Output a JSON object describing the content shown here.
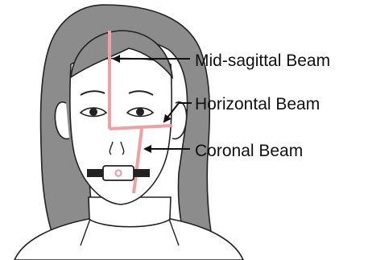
{
  "labels": {
    "mid_sagittal": "Mid-sagittal Beam",
    "horizontal": "Horizontal Beam",
    "coronal": "Coronal Beam"
  },
  "colors": {
    "beam": "#f0a0a3",
    "hair": "#8c8c8c",
    "outline": "#222222",
    "skin": "#ffffff",
    "leader": "#111111",
    "bite_block": "#ffffff"
  }
}
